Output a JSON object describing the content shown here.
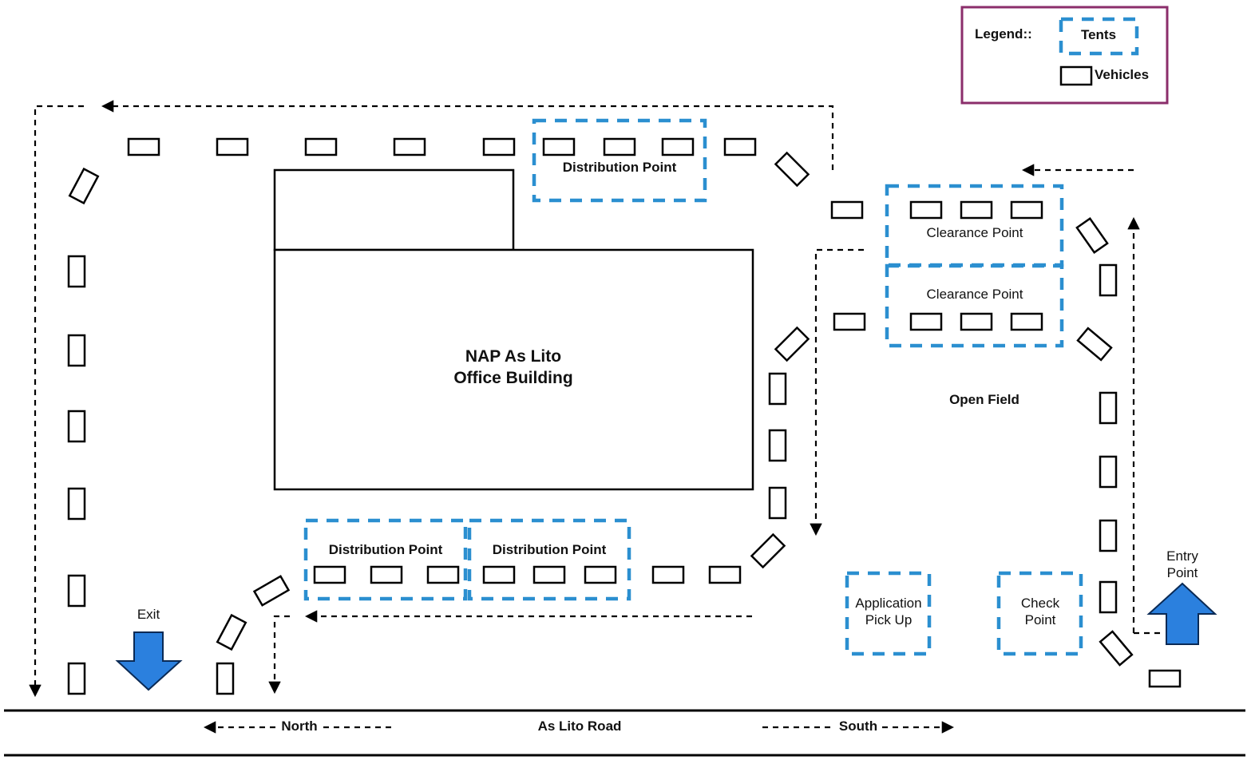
{
  "legend": {
    "title": "Legend::",
    "tents_label": "Tents",
    "vehicles_label": "Vehicles",
    "border_color": "#8b2e6b"
  },
  "building": {
    "line1": "NAP As Lito",
    "line2": "Office Building"
  },
  "zones": {
    "distribution_top": "Distribution Point",
    "distribution_bottom_left": "Distribution Point",
    "distribution_bottom_right": "Distribution Point",
    "clearance_1": "Clearance Point",
    "clearance_2": "Clearance Point",
    "open_field": "Open Field",
    "application_line1": "Application",
    "application_line2": "Pick Up",
    "check_line1": "Check",
    "check_line2": "Point"
  },
  "markers": {
    "exit": "Exit",
    "entry_line1": "Entry",
    "entry_line2": "Point"
  },
  "road": {
    "name": "As Lito Road",
    "north": "North",
    "south": "South"
  },
  "colors": {
    "tent": "#2b8fd0",
    "arrow": "#2b80de"
  }
}
